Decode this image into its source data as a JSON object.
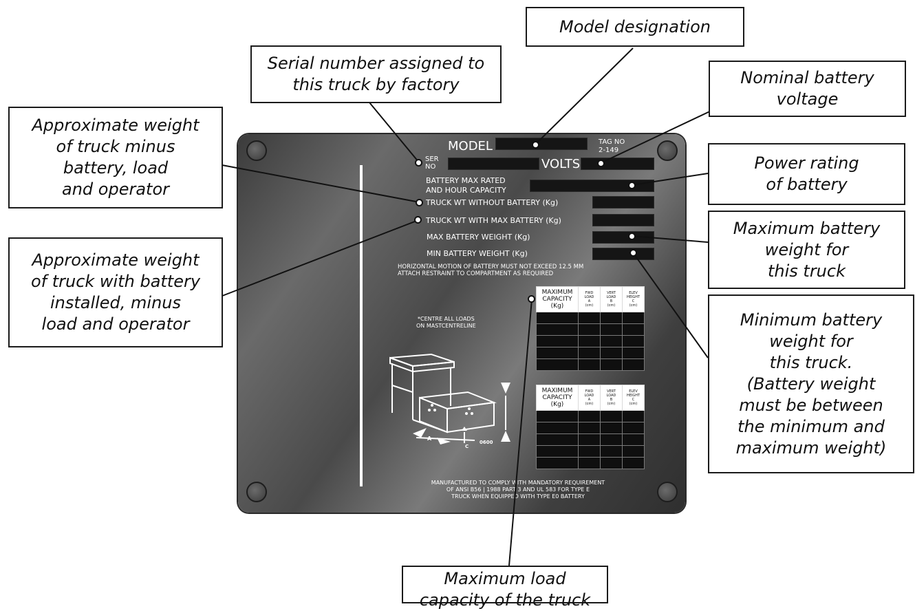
{
  "callouts": {
    "model": "Model designation",
    "serial": "Serial number assigned to\nthis truck by factory",
    "voltage": "Nominal battery\nvoltage",
    "weight_no_battery": "Approximate weight\nof truck minus\nbattery, load\nand operator",
    "power_rating": "Power rating\nof battery",
    "max_battery": "Maximum battery\nweight for\nthis truck",
    "weight_with_battery": "Approximate weight\nof truck with battery\ninstalled, minus\nload and operator",
    "min_battery": "Minimum battery\nweight for\nthis truck.\n(Battery weight\nmust be between\nthe minimum and\nmaximum weight)",
    "max_load": "Maximum load\ncapacity of the truck"
  },
  "plate": {
    "model_label": "MODEL",
    "tag_no_label": "TAG NO",
    "tag_no_value": "2-149",
    "ser_no_label": "SER\nNO",
    "volts_label": "VOLTS",
    "battery_capacity_label": "BATTERY MAX RATED\nAND HOUR CAPACITY",
    "truck_wt_without_label": "TRUCK WT WITHOUT BATTERY (Kg)",
    "truck_wt_with_label": "TRUCK WT WITH MAX BATTERY (Kg)",
    "max_battery_label": "MAX BATTERY WEIGHT (Kg)",
    "min_battery_label": "MIN BATTERY WEIGHT (Kg)",
    "horizontal_note": "HORIZONTAL MOTION OF BATTERY MUST NOT EXCEED 12.5 MM\nATTACH RESTRAINT TO COMPARTMENT AS REQUIRED",
    "centre_note": "*CENTRE ALL LOADS\nON MASTCENTRELINE",
    "diagram_code": "0600",
    "diagram_label_a": "A",
    "diagram_label_c": "C",
    "manufactured_note": "MANUFACTURED TO COMPLY WITH MANDATORY REQUIREMENT\nOF ANSI B56 | 1988 PART 3 AND UL 583 FOR TYPE E\nTRUCK WHEN EQUIPPED WITH TYPE E0 BATTERY",
    "capacity_header": {
      "col0": "MAXIMUM\nCAPACITY\n(Kg)",
      "col1": "FWD\nLOAD\nA\n(cm)",
      "col2": "VERT\nLOAD\nB\n(cm)",
      "col3": "ELEV\nHEIGHT\nC\n(cm)"
    }
  },
  "colors": {
    "plate_base": "#4a4a4a",
    "field_fill": "#151515",
    "text_on_plate": "#ffffff",
    "callout_border": "#1a1a1a"
  }
}
